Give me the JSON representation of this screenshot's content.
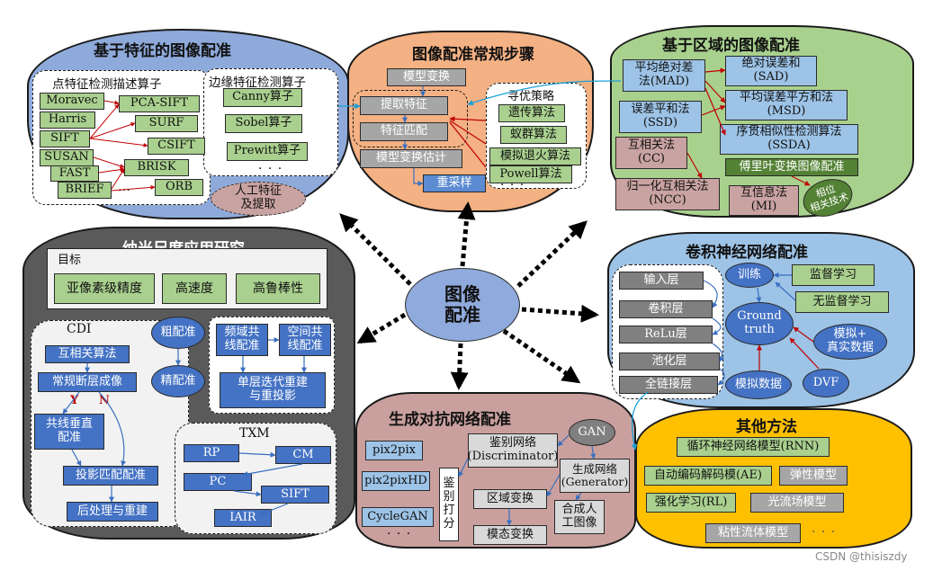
{
  "center": {
    "label": "图像\n配准"
  },
  "feature": {
    "title": "基于特征的图像配准",
    "point_group_title": "点特征检测描述算子",
    "edge_group_title": "边缘特征检测算子",
    "point_left": [
      "Moravec",
      "Harris",
      "SIFT",
      "SUSAN",
      "FAST",
      "BRIEF"
    ],
    "point_right": [
      "PCA-SIFT",
      "SURF",
      "CSIFT",
      "BRISK",
      "ORB"
    ],
    "edge": [
      "Canny算子",
      "Sobel算子",
      "Prewitt算子"
    ],
    "manual": "人工特征\n及提取",
    "ellipsis": "…",
    "ellipsis2": "· · ·"
  },
  "steps": {
    "title": "图像配准常规步骤",
    "items": [
      "模型变换",
      "提取特征",
      "特征匹配",
      "模型变换估计",
      "重采样"
    ],
    "opt_title": "寻优策略",
    "opt": [
      "遗传算法",
      "蚁群算法",
      "模拟退火算法",
      "Powell算法"
    ],
    "ellipsis": "· · ·"
  },
  "region": {
    "title": "基于区域的图像配准",
    "mad": "平均绝对差\n法(MAD)",
    "sad": "绝对误差和\n(SAD)",
    "msd": "平均误差平方和法\n(MSD)",
    "ssd": "误差平和法\n(SSD)",
    "ssda": "序贯相似性检测算法\n(SSDA)",
    "cc": "互相关法\n(CC)",
    "fourier": "傅里叶变换图像配准",
    "ncc": "归一化互相关法\n(NCC)",
    "mi": "互信息法\n(MI)",
    "phase": "相位\n相关技术"
  },
  "nano": {
    "title": "纳米尺度应用研究",
    "goal_title": "目标",
    "goals": [
      "亚像素级精度",
      "高速度",
      "高鲁棒性"
    ],
    "cdi_title": "CDI",
    "cdi": [
      "互相关算法",
      "常规断层成像",
      "共线垂直\n配准",
      "投影匹配配准",
      "后处理与重建"
    ],
    "yes": "Y",
    "no": "N",
    "coarse": "粗配准",
    "fine": "精配准",
    "freq": "频域共\n线配准",
    "space": "空间共\n线配准",
    "single": "单层迭代重建\n与重投影",
    "txm_title": "TXM",
    "txm": [
      "RP",
      "CM",
      "PC",
      "SIFT",
      "IAIR"
    ]
  },
  "cnn": {
    "title": "卷积神经网络配准",
    "layers": [
      "输入层",
      "卷积层",
      "ReLu层",
      "池化层",
      "全链接层"
    ],
    "train": "训练",
    "supervised": "监督学习",
    "unsupervised": "无监督学习",
    "gt": "Ground\ntruth",
    "sim_real": "模拟+\n真实数据",
    "sim": "模拟数据",
    "dvf": "DVF"
  },
  "gan": {
    "title": "生成对抗网络配准",
    "models": [
      "pix2pix",
      "pix2pixHD",
      "CycleGAN"
    ],
    "ellipsis": "· · ·",
    "disc": "鉴别网络\n(Discriminator)",
    "judge": "鉴\n别\n打\n分",
    "domain": "区域变换",
    "modal": "模态变换",
    "gan": "GAN",
    "gen": "生成网络\n(Generator)",
    "synth": "合成人\n工图像"
  },
  "other": {
    "title": "其他方法",
    "items": [
      "循环神经网络模型(RNN)",
      "自动编码解码模(AE)",
      "弹性模型",
      "强化学习(RL)",
      "光流场模型",
      "粘性流体模型"
    ],
    "ellipsis": "· · ·"
  },
  "watermark": "CSDN @thisiszdy"
}
